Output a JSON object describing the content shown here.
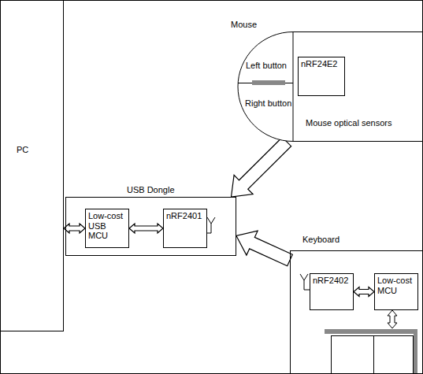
{
  "diagram": {
    "nodes": [
      {
        "text": [
          "PC"
        ]
      },
      {
        "text": [
          "Mouse"
        ]
      },
      {
        "text": [
          "nRF24E2"
        ],
        "in": 1
      },
      {
        "text": [
          "USB Dongle"
        ]
      },
      {
        "text": [
          "Low-cost USB MCU"
        ],
        "in": 3
      },
      {
        "text": [
          "nRF2401"
        ],
        "in": 3
      },
      {
        "text": [
          "Keyboard"
        ]
      },
      {
        "text": [
          "nRF2402"
        ],
        "in": 6
      },
      {
        "text": [
          "Low-cost MCU"
        ],
        "in": 6
      }
    ],
    "edges": [
      {
        "from": 0,
        "to": 4,
        "arrow": "both"
      },
      {
        "from": 4,
        "to": 5,
        "arrow": "both"
      },
      {
        "from": 1,
        "to": 3,
        "arrow": "to"
      },
      {
        "from": 6,
        "to": 3,
        "arrow": "to"
      },
      {
        "from": 7,
        "to": 8,
        "arrow": "both"
      }
    ],
    "labels": [
      "Left button",
      "Right button",
      "Mouse optical sensors"
    ]
  }
}
